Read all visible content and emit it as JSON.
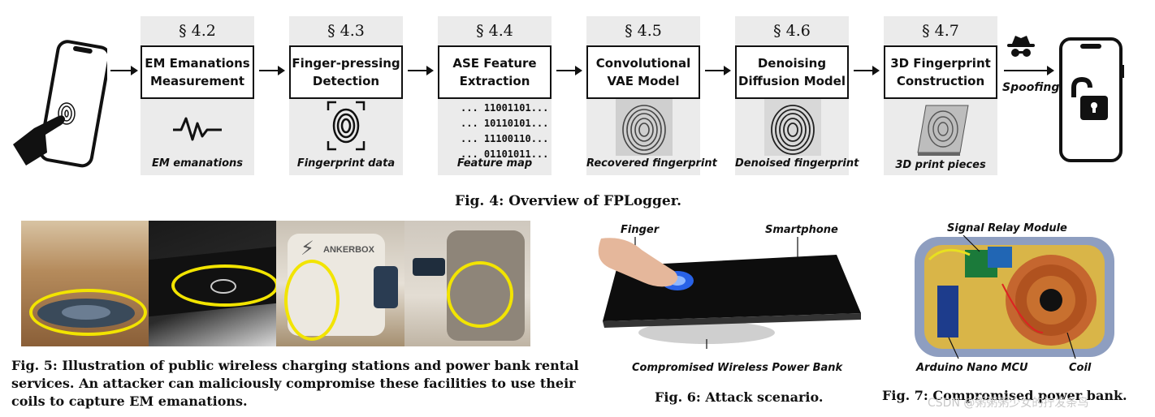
{
  "figure4": {
    "caption": "Fig. 4: Overview of FPLogger.",
    "stages": [
      {
        "section": "§ 4.2",
        "title_line1": "EM Emanations",
        "title_line2": "Measurement",
        "caption": "EM emanations"
      },
      {
        "section": "§ 4.3",
        "title_line1": "Finger-pressing",
        "title_line2": "Detection",
        "caption": "Fingerprint data"
      },
      {
        "section": "§ 4.4",
        "title_line1": "ASE Feature",
        "title_line2": "Extraction",
        "caption": "Feature map"
      },
      {
        "section": "§ 4.5",
        "title_line1": "Convolutional",
        "title_line2": "VAE Model",
        "caption": "Recovered fingerprint"
      },
      {
        "section": "§ 4.6",
        "title_line1": "Denoising",
        "title_line2": "Diffusion Model",
        "caption": "Denoised fingerprint"
      },
      {
        "section": "§ 4.7",
        "title_line1": "3D Fingerprint",
        "title_line2": "Construction",
        "caption": "3D print pieces"
      }
    ],
    "feature_bits": [
      "... 11001101...",
      "... 10110101...",
      "... 11100110...",
      "... 01101011..."
    ],
    "spoofing_label": "Spoofing"
  },
  "figure5": {
    "caption_line1": "Fig. 5: Illustration of public wireless charging stations and power bank rental",
    "caption_line2": "services. An attacker can maliciously compromise these facilities to use their",
    "caption_line3": "coils to capture EM emanations.",
    "brand_text": "ANKERBOX"
  },
  "figure6": {
    "caption": "Fig. 6: Attack scenario.",
    "label_finger": "Finger",
    "label_smartphone": "Smartphone",
    "label_bank": "Compromised Wireless Power Bank"
  },
  "figure7": {
    "caption": "Fig. 7: Compromised power bank.",
    "label_relay": "Signal Relay Module",
    "label_arduino": "Arduino Nano MCU",
    "label_coil": "Coil"
  },
  "watermark": "CSDN @粥粥粥少女的拧发条鸟"
}
